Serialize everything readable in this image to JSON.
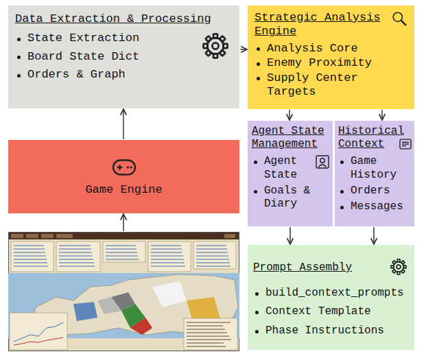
{
  "diagram": {
    "nodes": [
      {
        "text": [
          "Data Extraction & Processing",
          "State Extraction",
          "Board State Dict",
          "Orders & Graph"
        ]
      },
      {
        "text": [
          "Strategic Analysis Engine",
          "Analysis Core",
          "Enemy Proximity",
          "Supply Center Targets"
        ]
      },
      {
        "text": [
          "Game Engine"
        ]
      },
      {
        "text": [
          "Agent State Management",
          "Agent State",
          "Goals & Diary"
        ]
      },
      {
        "text": [
          "Historical Context",
          "Game History",
          "Orders",
          "Messages"
        ]
      },
      {
        "text": [
          "Prompt Assembly",
          "build_context_prompts",
          "Context Template",
          "Phase Instructions"
        ]
      }
    ],
    "edges": [
      {
        "from": 2,
        "to": 0,
        "arrow": "to"
      },
      {
        "from": 0,
        "to": 1,
        "arrow": "to"
      },
      {
        "from": 1,
        "to": 3,
        "arrow": "to"
      },
      {
        "from": 1,
        "to": 4,
        "arrow": "to"
      },
      {
        "from": 3,
        "to": 5,
        "arrow": "to"
      },
      {
        "from": 4,
        "to": 5,
        "arrow": "to"
      }
    ]
  }
}
